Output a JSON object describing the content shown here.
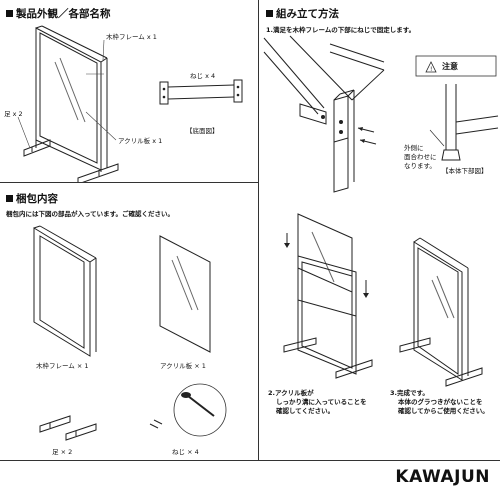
{
  "sections": {
    "parts": {
      "title": "製品外観／各部名称",
      "labels": {
        "frame": "木枠フレーム x 1",
        "screw": "ねじ x 4",
        "leg": "足 x 2",
        "acrylic": "アクリル板 x 1",
        "bottom_view": "【底面図】"
      }
    },
    "assembly": {
      "title": "組み立て方法",
      "step1": "1.満足を木枠フレームの下部にねじで固定します。",
      "caution": "注意",
      "outer_note": [
        "外側に",
        "面合わせに",
        "なります。"
      ],
      "bottom_detail": "【本体下部図】",
      "step2": [
        "2.アクリル板が",
        "しっかり溝に入っていることを",
        "確認してください。"
      ],
      "step3": [
        "3.完成です。",
        "本体のグラつきがないことを",
        "確認してからご使用ください。"
      ]
    },
    "package": {
      "title": "梱包内容",
      "intro": "梱包内には下図の部品が入っています。ご確認ください。",
      "frame": "木枠フレーム × 1",
      "acrylic": "アクリル板 × 1",
      "leg": "足 × 2",
      "screw": "ねじ × 4"
    }
  },
  "brand": "KAWAJUN"
}
